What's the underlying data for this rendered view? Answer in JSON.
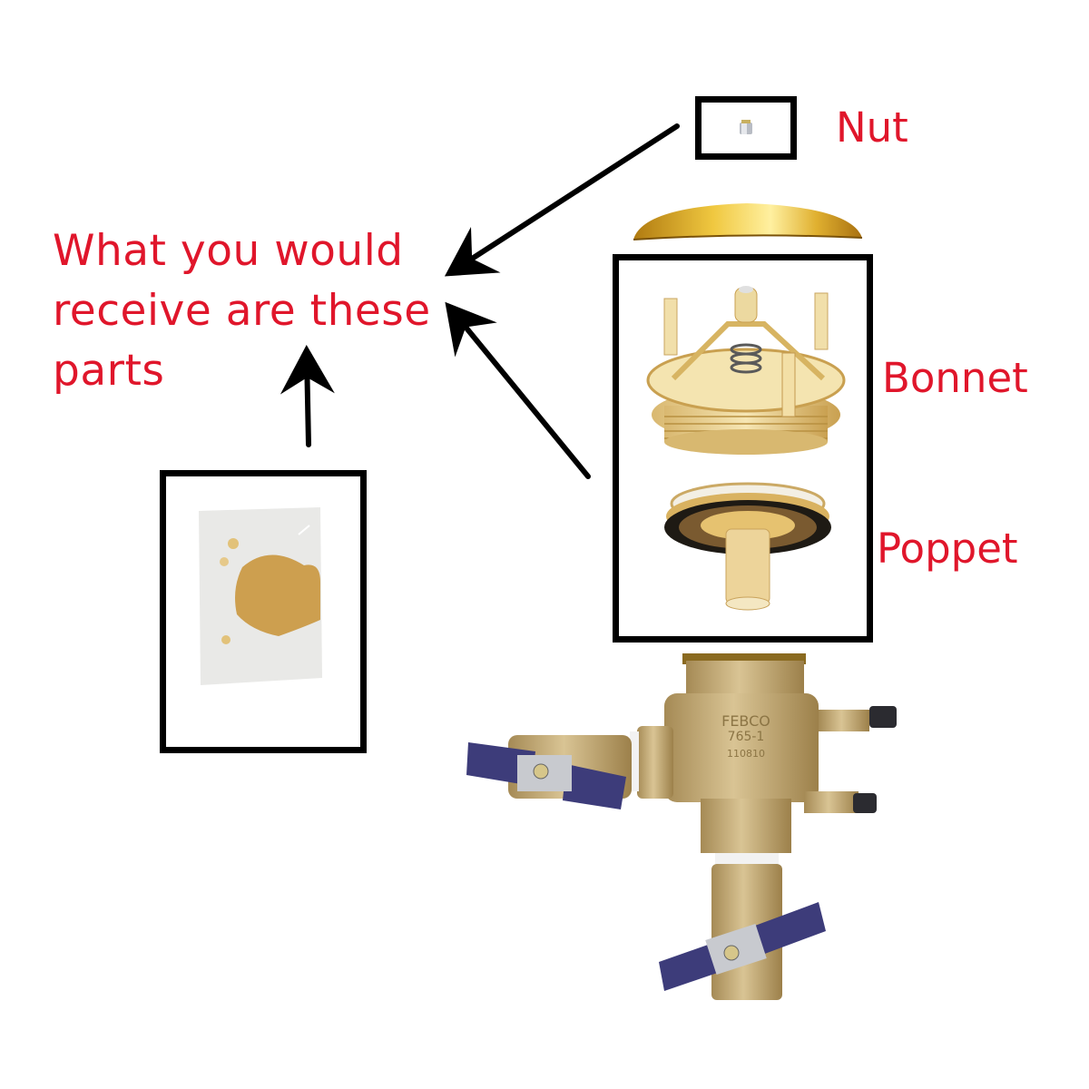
{
  "headline": {
    "line1": "What you would",
    "line2": "receive are these",
    "line3": "parts"
  },
  "labels": {
    "nut": "Nut",
    "bonnet": "Bonnet",
    "poppet": "Poppet"
  },
  "valve": {
    "brand_stamp": "FEBCO",
    "model_stamp": "765-1",
    "code_stamp": "110810"
  },
  "colors": {
    "label_red": "#e0162b",
    "box_border": "#000000",
    "brass": "#c9ad6e",
    "handle_blue": "#3a3a7a"
  }
}
